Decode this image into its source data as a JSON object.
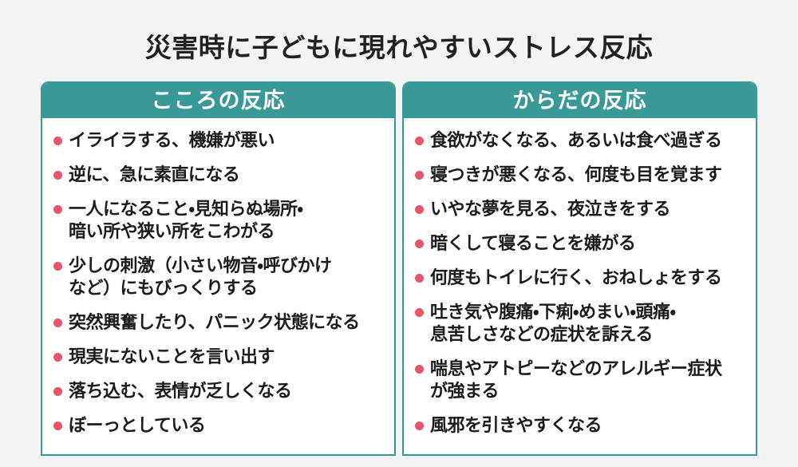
{
  "title": "災害時に子どもに現れやすいストレス反応",
  "colors": {
    "background": "#f4f4f4",
    "card_border": "#399996",
    "header_bg": "#399996",
    "header_text": "#ffffff",
    "bullet": "#e8546a",
    "body_text": "#1b1b1b",
    "title_text": "#222222",
    "card_bg": "#ffffff"
  },
  "columns": [
    {
      "header": "こころの反応",
      "items": [
        "イライラする、機嫌が悪い",
        "逆に、急に素直になる",
        "一人になること・見知らぬ場所・\n暗い所や狭い所をこわがる",
        "少しの刺激（小さい物音・呼びかけ\nなど）にもびっくりする",
        "突然興奮したり、パニック状態になる",
        "現実にないことを言い出す",
        "落ち込む、表情が乏しくなる",
        "ぼーっとしている"
      ]
    },
    {
      "header": "からだの反応",
      "items": [
        "食欲がなくなる、あるいは食べ過ぎる",
        "寝つきが悪くなる、何度も目を覚ます",
        "いやな夢を見る、夜泣きをする",
        "暗くして寝ることを嫌がる",
        "何度もトイレに行く、おねしょをする",
        "吐き気や腹痛・下痢・めまい・頭痛・\n息苦しさなどの症状を訴える",
        "喘息やアトピーなどのアレルギー症状\nが強まる",
        "風邪を引きやすくなる"
      ]
    }
  ]
}
